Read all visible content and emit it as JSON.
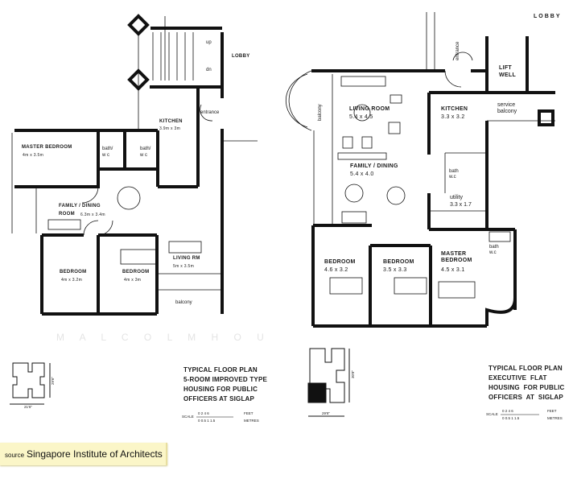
{
  "left_plan": {
    "lobby": "LOBBY",
    "stair_up": "up",
    "stair_dn": "dn",
    "kitchen": "KITCHEN",
    "kitchen_dim": "3.9m x 3m",
    "entrance": "entrance",
    "master_bedroom": "MASTER   BEDROOM",
    "master_bedroom_dim": "4m x 3.5m",
    "bath1": "bath/\nw c",
    "bath2": "bath/\nw c",
    "family_dining": "FAMILY / DINING",
    "family_dining_room": "ROOM",
    "family_dining_dim": "6.3m x 3.4m",
    "bedroom1": "BEDROOM",
    "bedroom1_dim": "4m x 3.2m",
    "bedroom2": "BEDROOM",
    "bedroom2_dim": "4m x 3m",
    "living_rm": "LIVING RM",
    "living_rm_dim": "5m x 3.5m",
    "balcony": "balcony"
  },
  "right_plan": {
    "lobby": "LOBBY",
    "entrance": "entrance",
    "lift_well": "LIFT\nWELL",
    "balcony": "balcony",
    "living_room": "LIVING  ROOM",
    "living_room_dim": "5.4 x 4.5",
    "kitchen": "KITCHEN",
    "kitchen_dim": "3.3 x 3.2",
    "service_balcony": "service\nbalcony",
    "family_dining": "FAMILY / DINING",
    "family_dining_dim": "5.4 x 4.0",
    "bath1": "bath\nw.c",
    "utility": "utility",
    "utility_dim": "3.3 x 1.7",
    "bedroom1": "BEDROOM",
    "bedroom1_dim": "4.6 x 3.2",
    "bedroom2": "BEDROOM",
    "bedroom2_dim": "3.5 x 3.3",
    "master_bedroom": "MASTER\nBEDROOM",
    "master_bedroom_dim": "4.5 x 3.1",
    "bath2": "bath\nw.c"
  },
  "captions": {
    "left_title": "TYPICAL FLOOR PLAN\n5-ROOM IMPROVED TYPE\nHOUSING FOR PUBLIC\nOFFICERS AT SIGLAP",
    "right_title": "TYPICAL FLOOR PLAN\nEXECUTIVE  FLAT\nHOUSING  FOR PUBLIC\nOFFICERS  AT  SIGLAP",
    "scale_label": "SCALE",
    "scale_feet": "0   2   4   6",
    "scale_feet_unit": "FEET",
    "scale_metres": "0  0.5  1  1.5",
    "scale_metres_unit": "METRES",
    "left_key_width": "21'6\"",
    "left_key_height": "29'6\"",
    "right_key_width": "29'8\"",
    "right_key_height": "30'8\""
  },
  "watermark": "M A L C O L M H O U",
  "source": {
    "prefix": "source",
    "text": "Singapore Institute of Architects"
  }
}
